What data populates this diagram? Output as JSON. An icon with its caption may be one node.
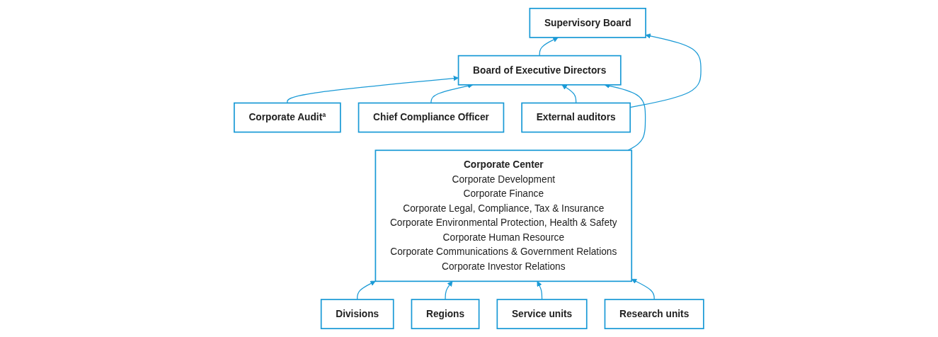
{
  "diagram": {
    "nodes": [
      {
        "text": [
          "Corporate Auditª"
        ]
      },
      {
        "text": [
          "Supervisory Board"
        ]
      },
      {
        "text": [
          "Chief Compliance Officer"
        ]
      },
      {
        "text": [
          "Board of Executive Directors"
        ]
      },
      {
        "text": [
          "External auditors"
        ]
      },
      {
        "text": [
          "Corporate Center",
          "Corporate Development",
          "Corporate Finance",
          "Corporate Legal, Compliance, Tax & Insurance",
          "Corporate Environmental Protection, Health & Safety",
          "Corporate Human Resource",
          "Corporate Communications & Government Relations",
          "Corporate Investor Relations"
        ]
      },
      {
        "text": [
          "Divisions"
        ]
      },
      {
        "text": [
          "Regions"
        ]
      },
      {
        "text": [
          "Service units"
        ]
      },
      {
        "text": [
          "Research units"
        ]
      }
    ],
    "edges": [
      {
        "from": 3,
        "to": 1,
        "arrow": "to"
      },
      {
        "from": 0,
        "to": 3,
        "arrow": "to"
      },
      {
        "from": 2,
        "to": 3,
        "arrow": "to"
      },
      {
        "from": 4,
        "to": 1,
        "arrow": "to"
      },
      {
        "from": 4,
        "to": 3,
        "arrow": "to"
      },
      {
        "from": 5,
        "to": 3,
        "arrow": "to"
      },
      {
        "from": 6,
        "to": 5,
        "arrow": "to"
      },
      {
        "from": 7,
        "to": 5,
        "arrow": "to"
      },
      {
        "from": 8,
        "to": 5,
        "arrow": "to"
      },
      {
        "from": 9,
        "to": 5,
        "arrow": "to"
      }
    ]
  }
}
